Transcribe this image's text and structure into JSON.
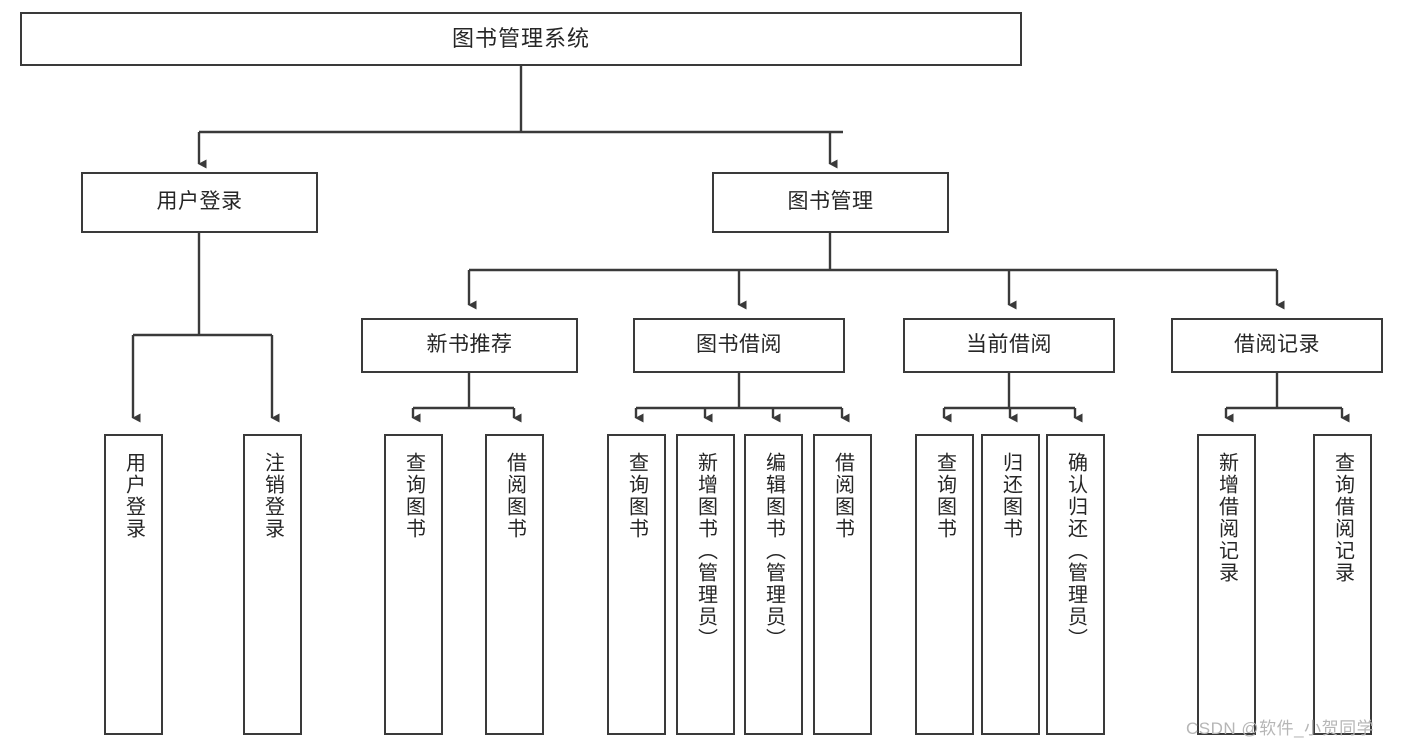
{
  "diagram": {
    "type": "tree-hierarchy",
    "title": "图书管理系统",
    "stroke_color": "#3a3a3a",
    "text_color": "#262626",
    "background_color": "#ffffff",
    "watermark": "CSDN @软件_小贺同学",
    "nodes": {
      "root": {
        "label": "图书管理系统"
      },
      "level2": [
        {
          "label": "用户登录"
        },
        {
          "label": "图书管理"
        }
      ],
      "level3": [
        {
          "label": "新书推荐"
        },
        {
          "label": "图书借阅"
        },
        {
          "label": "当前借阅"
        },
        {
          "label": "借阅记录"
        }
      ],
      "leaves": {
        "user_login": [
          {
            "label": "用户登录"
          },
          {
            "label": "注销登录"
          }
        ],
        "new_book_recommend": [
          {
            "label": "查询图书"
          },
          {
            "label": "借阅图书"
          }
        ],
        "book_borrow": [
          {
            "label": "查询图书"
          },
          {
            "label": "新增图书（管理员）"
          },
          {
            "label": "编辑图书（管理员）"
          },
          {
            "label": "借阅图书"
          }
        ],
        "current_borrow": [
          {
            "label": "查询图书"
          },
          {
            "label": "归还图书"
          },
          {
            "label": "确认归还（管理员）"
          }
        ],
        "borrow_records": [
          {
            "label": "新增借阅记录"
          },
          {
            "label": "查询借阅记录"
          }
        ]
      }
    }
  }
}
